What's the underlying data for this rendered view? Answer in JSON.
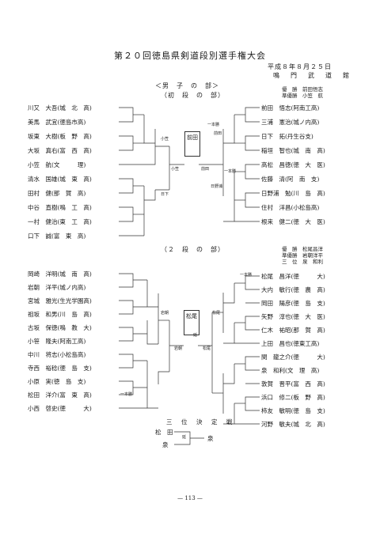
{
  "header": {
    "title": "第２０回徳島県剣道段別選手権大会",
    "date": "平成８年８月２５日",
    "venue": "鳴　門　武　道　館"
  },
  "shodan": {
    "section_line1": "＜男　子　の　部＞",
    "section_line2": "（初　段　の　部）",
    "results": [
      "優　勝　前田悟志",
      "準優勝　小笠　航"
    ],
    "left": [
      "川又　大吾(城　北　高)",
      "美馬　武宜(徳島市高)",
      "坂東　大樹(板　野　高)",
      "大坂　真右(富　西　高)",
      "小笠　航(文　　　理)",
      "清水　国雄(城　東　高)",
      "田村　健(那　賀　高)",
      "中谷　直樹(鳴　工　高)",
      "一村　健治(東　工　高)",
      "口下　誠(富　東　高)"
    ],
    "right": [
      "前田　悟志(阿南工高)",
      "三浦　憲治(城ノ内高)",
      "日下　拓(丹生谷支)",
      "稲垣　智也(城　南　高)",
      "高松　昌徳(徳　大　医)",
      "佐藤　清(阿　南　支)",
      "日野浦　勉(川　島　高)",
      "住村　洋昌(小松島高)",
      "根来　健二(徳　大　医)"
    ],
    "final_name": "前田",
    "bracket_labels": [
      "小笠",
      "日下",
      "小笠",
      "前田",
      "一本勝",
      "日野浦",
      "一本勝",
      "前田"
    ]
  },
  "nidan": {
    "section": "（２　段　の　部）",
    "results": [
      "優　勝　松尾昌洋",
      "準優勝　岩朝洋平",
      "三　位　泉　和利"
    ],
    "left": [
      "岡崎　洋明(城　南　高)",
      "岩朝　洋平(城ノ内高)",
      "宮城　雅光(生光学園高)",
      "祖坂　和男(川　島　高)",
      "古坂　保徳(鳴　教　大)",
      "小笹　隆夫(阿南工高)",
      "中川　将志(小松島高)",
      "寺西　裕稔(徳　島　支)",
      "小原　実(徳　島　支)",
      "松田　洋介(富　東　高)",
      "小西　啓史(徳　　　大)"
    ],
    "right": [
      "松尾　昌洋(徳　　　大)",
      "大内　敏行(徳　農　高)",
      "岡田　陽彦(徳　島　支)",
      "矢野　淳也(徳　大　医)",
      "仁木　祐昭(那　賀　高)",
      "上田　昌也(徳東工高)",
      "関　龍之介(徳　　　大)",
      "泉　和利(文　理　高)",
      "敦賀　晋平(富　西　高)",
      "浜口　修二(板　野　高)",
      "柿友　敏明(徳　島　支)",
      "河野　敏夫(城　北　高)"
    ],
    "final_name": "松尾",
    "bracket_labels": [
      "岩朝",
      "岩朝",
      "松尾",
      "松尾",
      "一本勝",
      "一本勝",
      "延"
    ]
  },
  "playoff": {
    "title": "三　位　決　定　戦",
    "left_top": "松　田",
    "left_bottom": "泉",
    "winner": "泉",
    "label": "延"
  },
  "footer": {
    "page": "— 113 —"
  }
}
